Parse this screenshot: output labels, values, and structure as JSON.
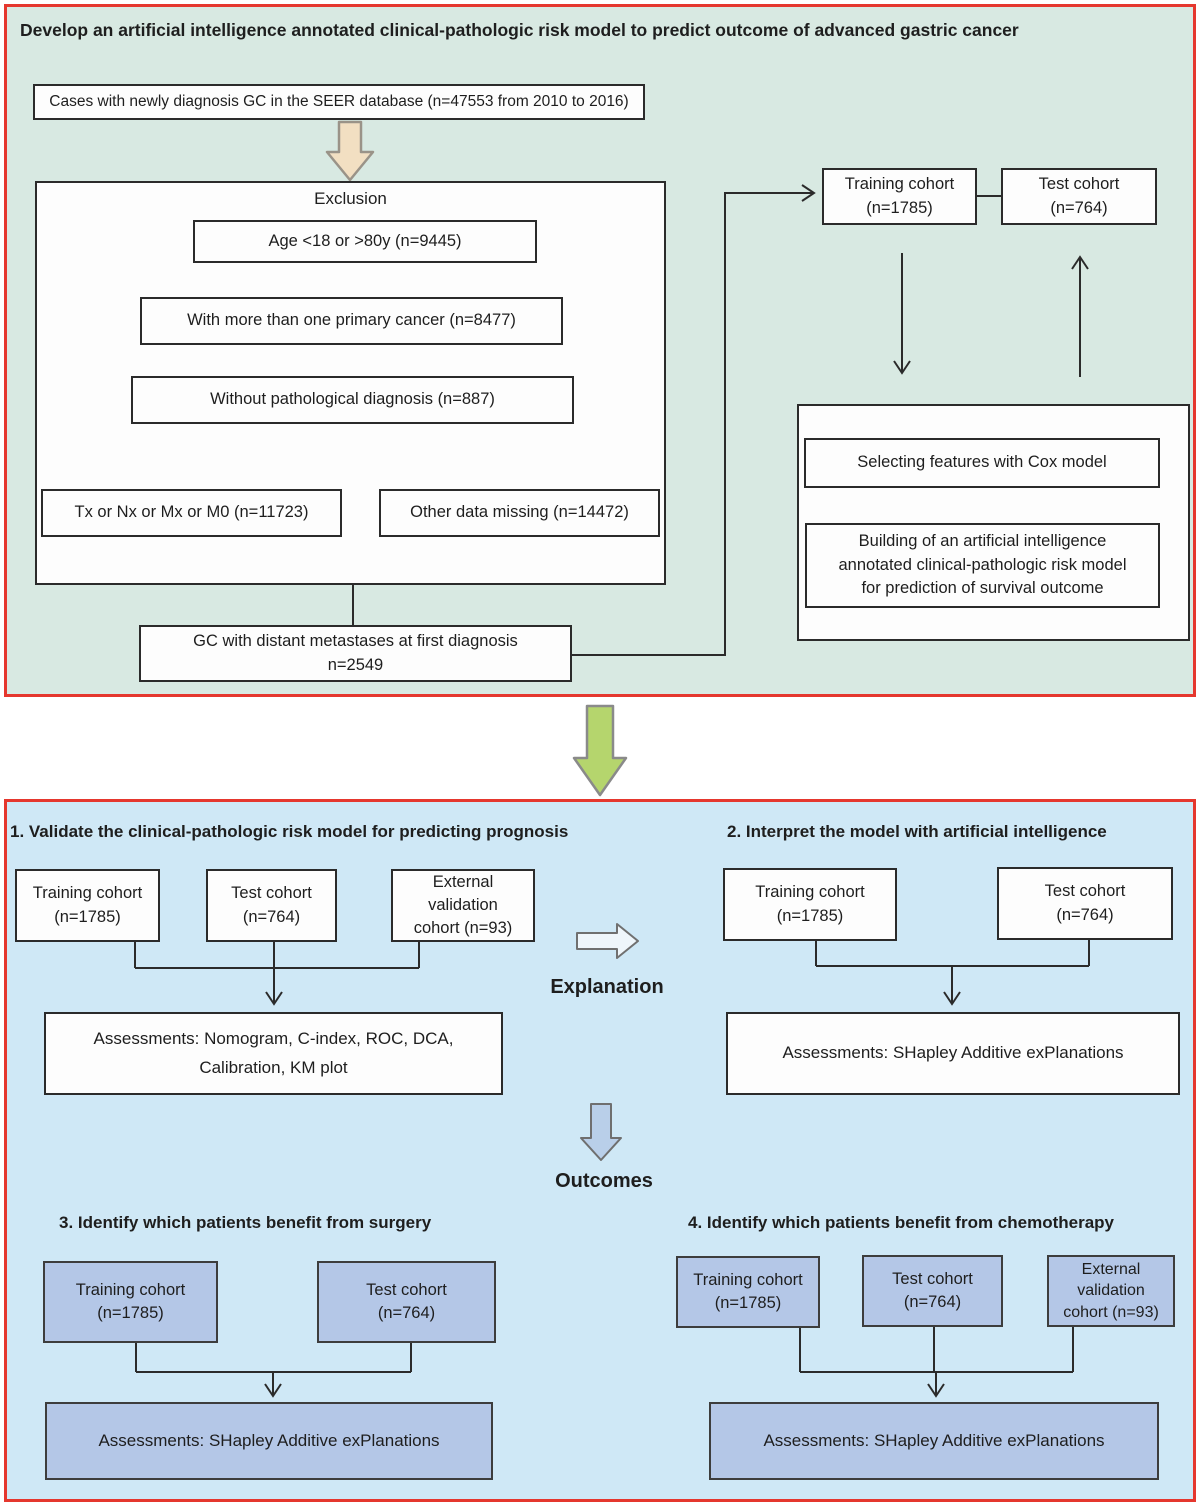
{
  "top": {
    "title": "Develop an artificial intelligence annotated clinical-pathologic risk model to predict outcome of advanced gastric cancer",
    "cases_box": "Cases with newly diagnosis GC in the SEER database (n=47553 from 2010 to 2016)",
    "exclusion": {
      "label": "Exclusion",
      "age": "Age <18 or >80y (n=9445)",
      "primary_cancer": "With more than one primary cancer (n=8477)",
      "pathology": "Without pathological diagnosis (n=887)",
      "tnm": "Tx or Nx or Mx or M0 (n=11723)",
      "missing": "Other data missing (n=14472)"
    },
    "gc_box": "GC with distant metastases at first diagnosis\nn=2549",
    "training_cohort": "Training cohort\n(n=1785)",
    "test_cohort": "Test cohort\n(n=764)",
    "selecting_box": "Selecting features with Cox model",
    "building_box": "Building of an artificial intelligence\nannotated clinical-pathologic risk model\nfor prediction of survival outcome"
  },
  "bottom": {
    "section1": {
      "title": "1. Validate the clinical-pathologic risk model for predicting prognosis",
      "training": "Training cohort\n(n=1785)",
      "test": "Test cohort\n(n=764)",
      "external": "External\nvalidation\ncohort (n=93)",
      "assessments": "Assessments: Nomogram, C-index, ROC, DCA,\nCalibration, KM plot"
    },
    "explanation_label": "Explanation",
    "section2": {
      "title": "2. Interpret the model with artificial intelligence",
      "training": "Training cohort\n(n=1785)",
      "test": "Test cohort\n(n=764)",
      "assessments": "Assessments: SHapley Additive exPlanations"
    },
    "outcomes_label": "Outcomes",
    "section3": {
      "title": "3. Identify which patients benefit from surgery",
      "training": "Training cohort\n(n=1785)",
      "test": "Test cohort\n(n=764)",
      "assessments": "Assessments: SHapley Additive exPlanations"
    },
    "section4": {
      "title": "4. Identify which patients benefit from chemotherapy",
      "training": "Training cohort\n(n=1785)",
      "test": "Test cohort\n(n=764)",
      "external": "External\nvalidation\ncohort (n=93)",
      "assessments": "Assessments: SHapley Additive exPlanations"
    }
  },
  "colors": {
    "panel_border": "#e5372e",
    "top_panel_bg": "#d8e9e2",
    "bottom_panel_bg": "#cfe8f6",
    "white_box_bg": "#fdfdfd",
    "blue_box_bg": "#b4c7e7",
    "line": "#2b2b2b",
    "tan_arrow": "#f2dfc2",
    "green_arrow": "#b5d56d",
    "blue_arrow": "#b9cfe9",
    "white_arrow": "#eff6fb"
  }
}
